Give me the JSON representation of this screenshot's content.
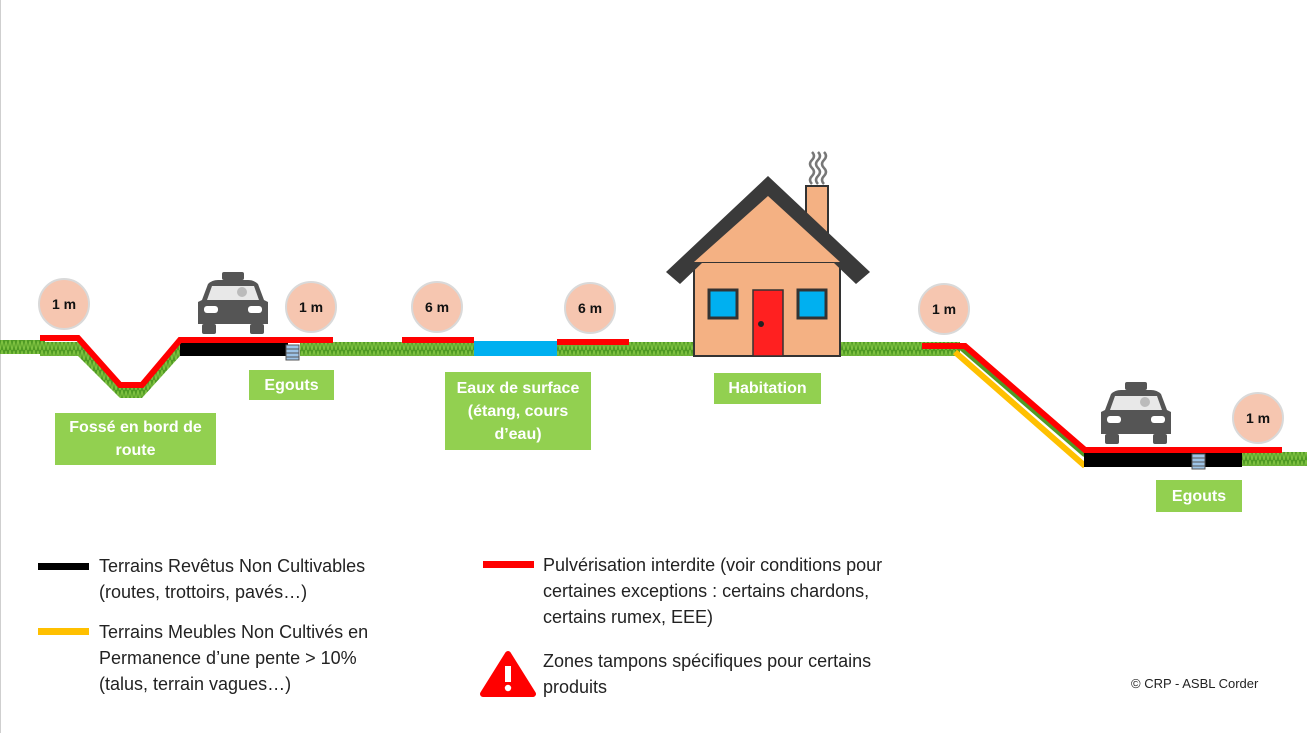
{
  "labels": {
    "ditch": "Fossé en bord de route",
    "sewer_left": "Egouts",
    "surface_water": "Eaux de surface (étang, cours d’eau)",
    "house": "Habitation",
    "sewer_right": "Egouts"
  },
  "distances": {
    "ditch_left": "1 m",
    "road_right": "1 m",
    "water_left": "6 m",
    "water_right": "6 m",
    "slope_top": "1 m",
    "road_far": "1 m"
  },
  "legend": {
    "paved": "Terrains Revêtus Non Cultivables\n(routes, trottoirs, pavés…)",
    "slope": "Terrains Meubles Non Cultivés en\nPermanence d’une pente > 10%\n(talus, terrain vagues…)",
    "spray": "Pulvérisation interdite (voir conditions pour\ncertaines exceptions : certains chardons,\ncertains rumex, EEE)",
    "buffer": "Zones tampons spécifiques pour certains\nproduits"
  },
  "credit": "© CRP - ASBL Corder",
  "colors": {
    "paved": "#000000",
    "slope": "#ffc000",
    "spray": "#ff0000",
    "water": "#00b0f0",
    "label_bg": "#92d050",
    "house_wall": "#f4b183",
    "roof": "#3a3a3a",
    "door": "#ff0000",
    "grass": "#5aa82a"
  },
  "icons": {
    "car": "car-icon",
    "house": "house-icon",
    "warning": "warning-triangle-icon",
    "smoke": "smoke-icon",
    "sewer": "sewer-grate-icon"
  }
}
